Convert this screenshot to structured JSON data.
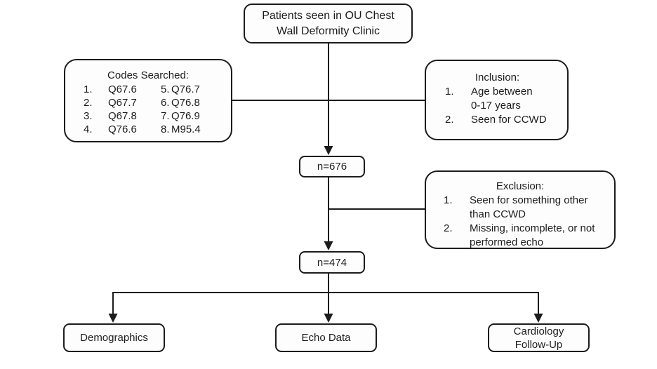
{
  "colors": {
    "background": "#ffffff",
    "box_fill": "#fdfdfd",
    "line": "#1c1c1c",
    "text": "#1c1c1c"
  },
  "flowchart": {
    "top_box": {
      "lines": [
        "Patients seen in OU Chest",
        "Wall Deformity Clinic"
      ]
    },
    "codes_box": {
      "title": "Codes Searched:",
      "rows": [
        {
          "ln": "1.",
          "lc": "Q67.6",
          "rn": "5.",
          "rc": "Q76.7"
        },
        {
          "ln": "2.",
          "lc": "Q67.7",
          "rn": "6.",
          "rc": "Q76.8"
        },
        {
          "ln": "3.",
          "lc": "Q67.8",
          "rn": "7.",
          "rc": "Q76.9"
        },
        {
          "ln": "4.",
          "lc": "Q76.6",
          "rn": "8.",
          "rc": "M95.4"
        }
      ]
    },
    "inclusion_box": {
      "title": "Inclusion:",
      "items": [
        {
          "num": "1.",
          "lines": [
            "Age between",
            "0-17 years"
          ]
        },
        {
          "num": "2.",
          "lines": [
            "Seen for CCWD"
          ]
        }
      ]
    },
    "count_box_1": {
      "label": "n=676"
    },
    "exclusion_box": {
      "title": "Exclusion:",
      "items": [
        {
          "num": "1.",
          "lines": [
            "Seen for something other",
            "than CCWD"
          ]
        },
        {
          "num": "2.",
          "lines": [
            "Missing, incomplete, or not",
            "performed echo"
          ]
        }
      ]
    },
    "count_box_2": {
      "label": "n=474"
    },
    "outcome_boxes": [
      {
        "lines": [
          "Demographics"
        ]
      },
      {
        "lines": [
          "Echo Data"
        ]
      },
      {
        "lines": [
          "Cardiology",
          "Follow-Up"
        ]
      }
    ]
  }
}
